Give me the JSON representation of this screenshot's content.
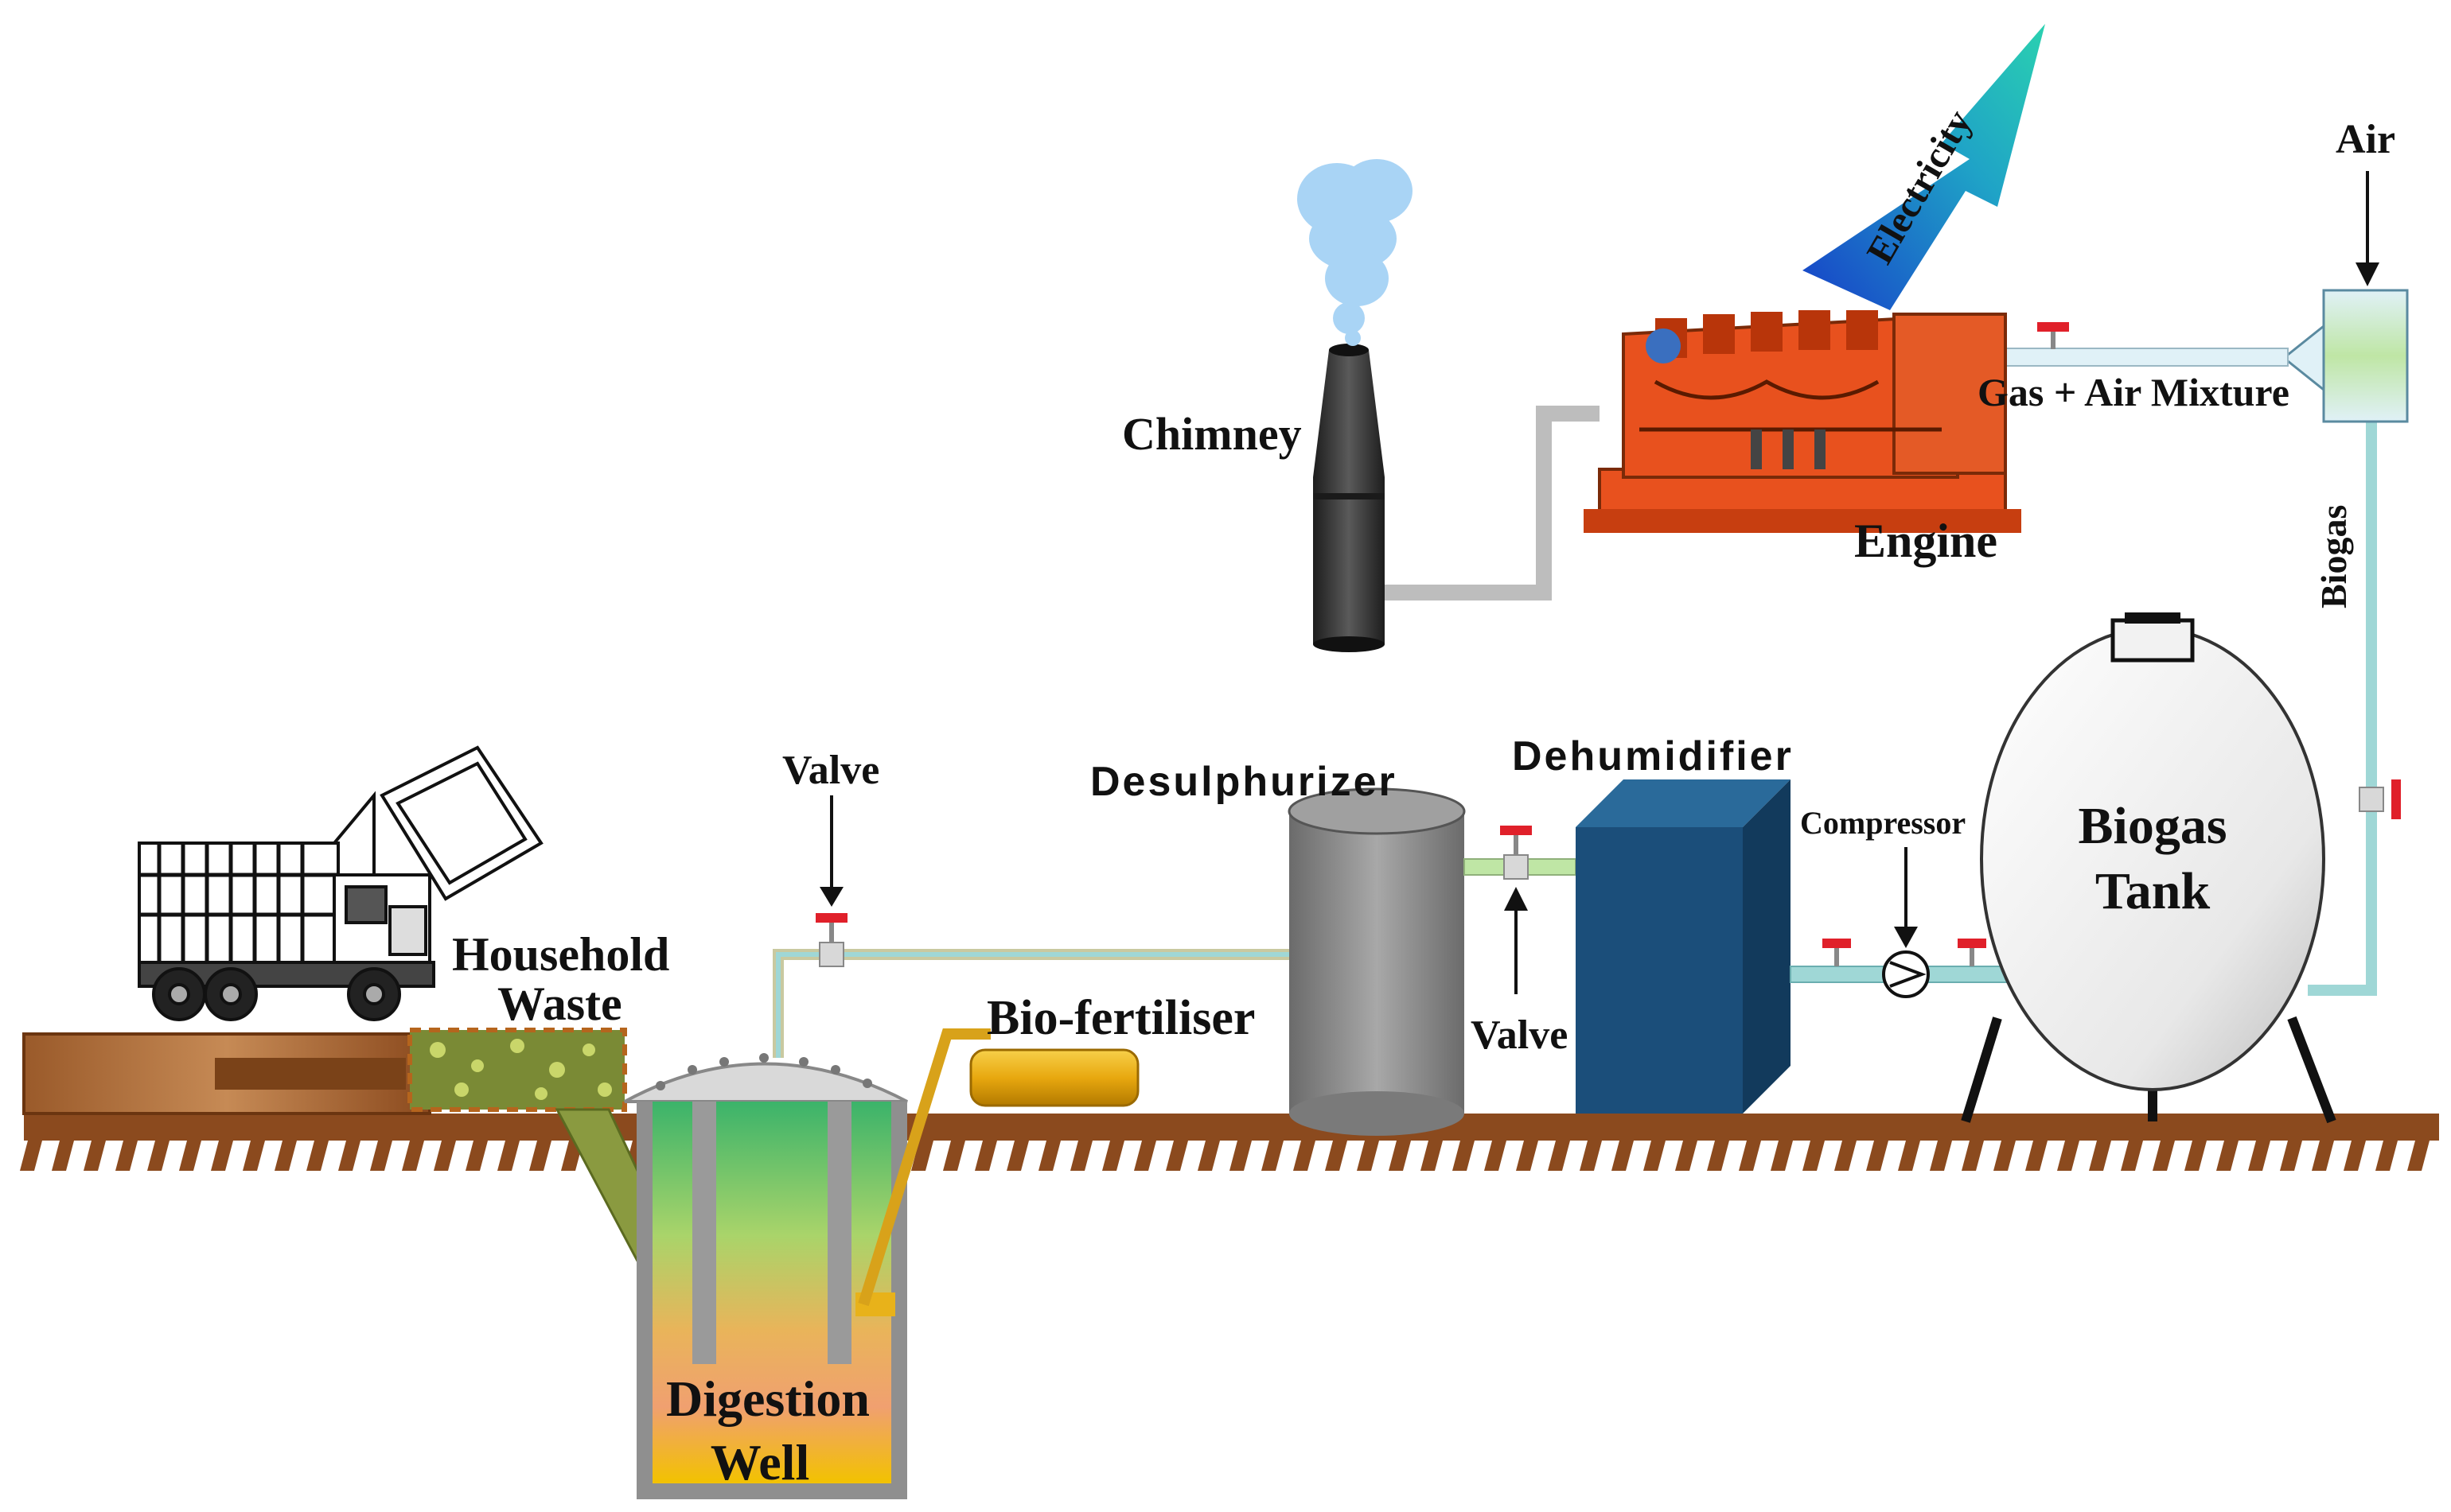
{
  "labels": {
    "chimney": "Chimney",
    "engine": "Engine",
    "electricity": "Electricity",
    "gas_air_mixture": "Gas + Air Mixture",
    "air": "Air",
    "biogas_pipe": "Biogas",
    "biogas_tank_line1": "Biogas",
    "biogas_tank_line2": "Tank",
    "compressor": "Compressor",
    "dehumidifier": "Dehumidifier",
    "desulphurizer": "Desulphurizer",
    "valve_top": "Valve",
    "valve_bottom": "Valve",
    "household_line1": "Household",
    "household_line2": "Waste",
    "bio_fertiliser": "Bio-fertiliser",
    "digestion_line1": "Digestion",
    "digestion_line2": "Well"
  },
  "colors": {
    "ground": "#8B4A1E",
    "engine": "#E8511E",
    "chimney": "#3A3A3A",
    "dehumidifier": "#1B4E7A",
    "desulphurizer": "#8C8C8C",
    "pipe_gas": "#9FD7D6",
    "valve": "#E0202A",
    "electricity": "#1FA3C7",
    "bio_fertiliser": "#E8B21A"
  }
}
